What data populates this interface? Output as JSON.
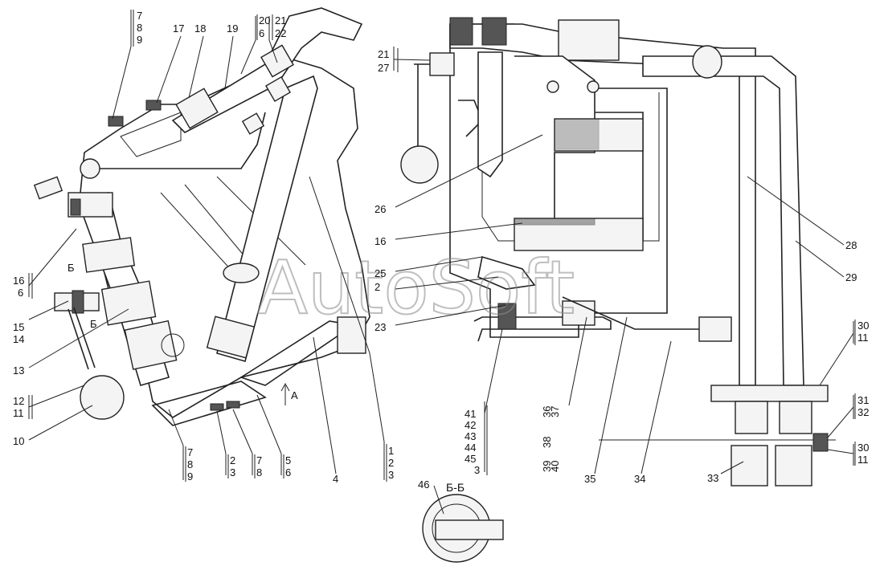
{
  "watermark": "AutoSoft",
  "section_title": "Б-Б",
  "view_arrow": "А",
  "section_marks": [
    "Б",
    "Б"
  ],
  "callouts": {
    "c_7_8_9_top": [
      "7",
      "8",
      "9"
    ],
    "c17": "17",
    "c18": "18",
    "c19": "19",
    "c_20_6": [
      "20",
      "6"
    ],
    "c_21_22": [
      "21",
      "22"
    ],
    "c_21_27": [
      "21",
      "27"
    ],
    "c16_6": [
      "16",
      "6"
    ],
    "c15": "15",
    "c14": "14",
    "c13": "13",
    "c_12_11": [
      "12",
      "11"
    ],
    "c10": "10",
    "c_7_8_9_bot": [
      "7",
      "8",
      "9"
    ],
    "c_2_3": [
      "2",
      "3"
    ],
    "c_7_8": [
      "7",
      "8"
    ],
    "c_5_6": [
      "5",
      "6"
    ],
    "c4": "4",
    "c_1_2_3": [
      "1",
      "2",
      "3"
    ],
    "c26": "26",
    "c16": "16",
    "c25": "25",
    "c2": "2",
    "c23": "23",
    "c_41_45_3": [
      "41",
      "42",
      "43",
      "44",
      "45",
      "3"
    ],
    "c_36_40": [
      "36",
      "37",
      "38",
      "39",
      "40"
    ],
    "c35": "35",
    "c34": "34",
    "c28": "28",
    "c29": "29",
    "c_30_11_top": [
      "30",
      "11"
    ],
    "c_31_32": [
      "31",
      "32"
    ],
    "c_30_11_bot": [
      "30",
      "11"
    ],
    "c33": "33",
    "c46": "46"
  },
  "icons": [
    "pipe-assembly",
    "clamp",
    "bracket",
    "hose",
    "fitting"
  ]
}
